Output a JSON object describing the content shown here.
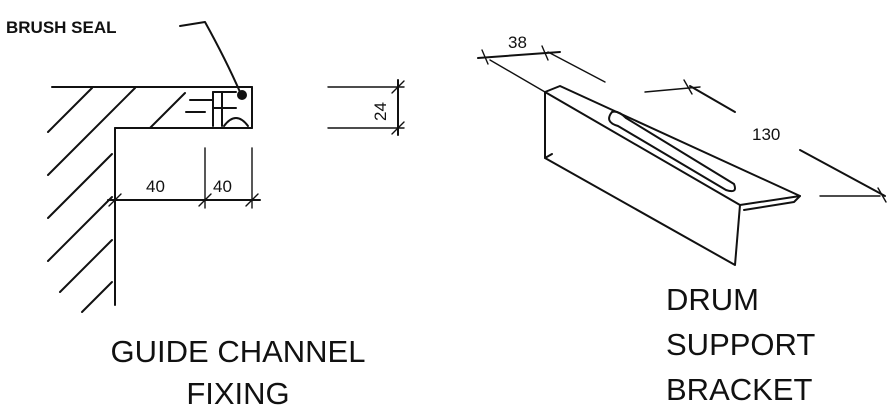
{
  "labels": {
    "brush_seal": "BRUSH SEAL"
  },
  "dimensions": {
    "channel_width_1": "40",
    "channel_width_2": "40",
    "channel_height": "24",
    "bracket_width": "38",
    "bracket_length": "130"
  },
  "captions": {
    "guide_channel": {
      "line1": "GUIDE CHANNEL",
      "line2": "FIXING"
    },
    "drum_support": {
      "line1": "DRUM",
      "line2": "SUPPORT",
      "line3": "BRACKET"
    }
  },
  "colors": {
    "ink": "#111111",
    "paper": "#ffffff"
  }
}
